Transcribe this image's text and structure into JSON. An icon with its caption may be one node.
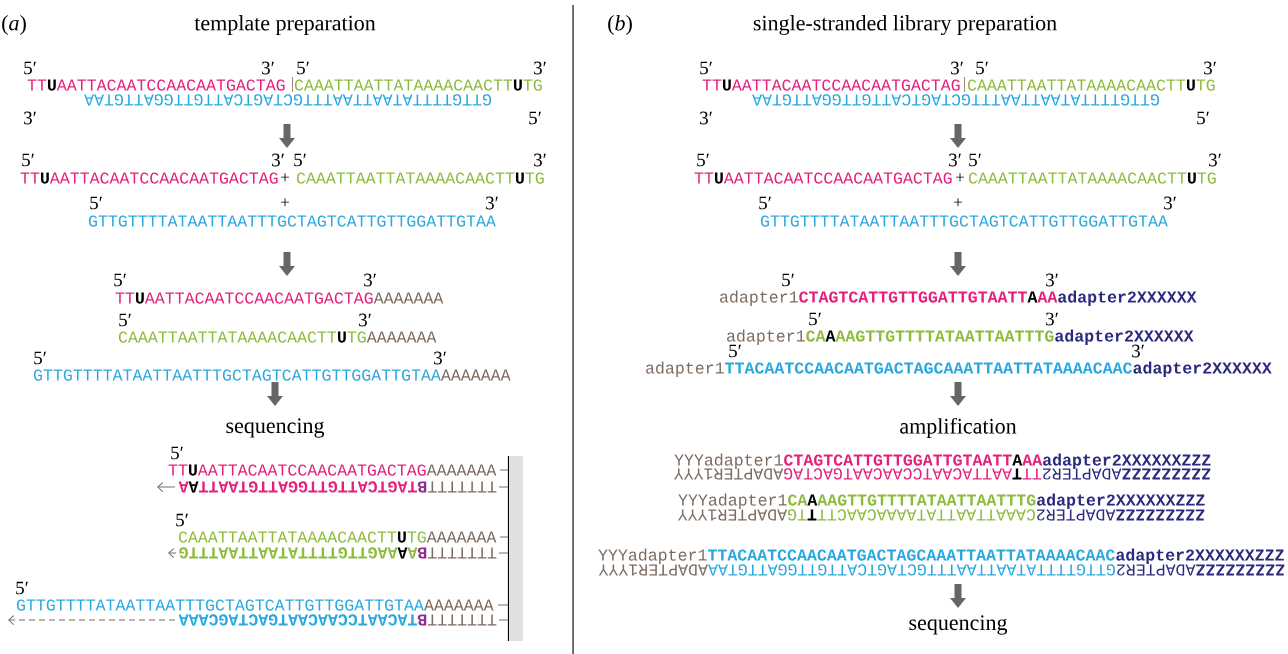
{
  "diagram": {
    "labels": [
      "(*a*)",
      "template preparation",
      "5′",
      "3′",
      "5′",
      "3′",
      "TT",
      "U",
      "AATTACAATCCAACAATGACTAG",
      "CAAATTAATTATAAAACAACTT",
      "U",
      "TG",
      "GTTGTTTTATAATTAATTTGCTAGTCATTGTTGGATTGTAA",
      "3′",
      "5′",
      "5′",
      "3′",
      "5′",
      "3′",
      "TT",
      "U",
      "AATTACAATCCAACAATGACTAG",
      "+",
      "CAAATTAATTATAAAACAACTT",
      "U",
      "TG",
      "5′",
      "+",
      "3′",
      "GTTGTTTTATAATTAATTTGCTAGTCATTGTTGGATTGTAA",
      "5′",
      "3′",
      "TT",
      "U",
      "AATTACAATCCAACAATGACTAG",
      "AAAAAAA",
      "5′",
      "3′",
      "CAAATTAATTATAAAACAACTT",
      "U",
      "TG",
      "AAAAAAA",
      "5′",
      "3′",
      "GTTGTTTTATAATTAATTTGCTAGTCATTGTTGGATTGTAA",
      "AAAAAAA",
      "sequencing",
      "5′",
      "TT",
      "U",
      "AATTACAATCCAACAATGACTAG",
      "AAAAAAA",
      "A",
      "A",
      "TAGTCATTGTTGGATTGTAATT",
      "B",
      "TTTTTTT",
      "5′",
      "CAAATTAATTATAAAACAACTT",
      "U",
      "TG",
      "AAAAAAA",
      "AAGTTGTTTTATAATTAATTTG",
      "A",
      "A",
      "B",
      "TTTTTTT",
      "5′",
      "GTTGTTTTATAATTAATTTGCTAGTCATTGTTGGATTGTAA",
      "AAAAAAA",
      "TACAATCCAACAATGACTAGCAAA",
      "B",
      "TTTTTTT",
      "(*b*)",
      "single-stranded library preparation",
      "5′",
      "3′",
      "5′",
      "3′",
      "TT",
      "U",
      "AATTACAATCCAACAATGACTAG",
      "CAAATTAATTATAAAACAACTT",
      "U",
      "TG",
      "GTTGTTTTATAATTAATTTGCTAGTCATTGTTGGATTGTAA",
      "3′",
      "5′",
      "5′",
      "3′",
      "5′",
      "3′",
      "TT",
      "U",
      "AATTACAATCCAACAATGACTAG",
      "+",
      "CAAATTAATTATAAAACAACTT",
      "U",
      "TG",
      "5′",
      "+",
      "3′",
      "GTTGTTTTATAATTAATTTGCTAGTCATTGTTGGATTGTAA",
      "5′",
      "3′",
      "adapter1",
      "CTAGTCATTGTTGGATTGTAATT",
      "A",
      "AA",
      "adapter2XXXXXX",
      "5′",
      "3′",
      "adapter1",
      "CA",
      "A",
      "AAGTTGTTTTATAATTAATTTG",
      "adapter2XXXXXX",
      "5′",
      "3′",
      "adapter1",
      "TTACAATCCAACAATGACTAGCAAATTAATTATAAAACAAC",
      "adapter2XXXXXX",
      "amplification",
      "YYYadapter1",
      "CTAGTCATTGTTGGATTGTAATT",
      "A",
      "AA",
      "adapter2XXXXXXZZZ",
      "ADAPTER1YYY",
      "AATTACAATCCAACAATGACTAG",
      "T",
      "TT",
      "ADAPTER2",
      "ZZZZZZZZZ",
      "YYYadapter1",
      "CA",
      "A",
      "AAGTTGTTTTATAATTAATTTG",
      "adapter2XXXXXXZZZ",
      "ADAPTER1YYY",
      "TG",
      "T",
      "CAAATTAATTATAAAACAACTT",
      "ADAPTER2",
      "ZZZZZZZZZ",
      "YYYadapter1",
      "TTACAATCCAACAATGACTAGCAAATTAATTATAAAACAAC",
      "adapter2XXXXXXZZZ",
      "ADAPTER1YYY",
      "GTTGTTTTATAATTAATTTGCTAGTCATTGTTGGATTGTAA",
      "ADAPTER2",
      "ZZZZZZZZZ",
      "sequencing"
    ]
  }
}
